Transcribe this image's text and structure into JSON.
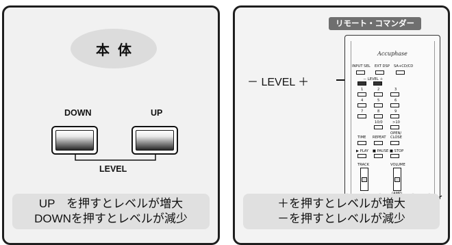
{
  "left_panel": {
    "title": "本体",
    "down_label": "DOWN",
    "up_label": "UP",
    "level_label": "LEVEL",
    "caption_line1": "UP　を押すとレベルが増大",
    "caption_line2": "DOWNを押すとレベルが減少"
  },
  "right_panel": {
    "title": "リモート・コマンダー",
    "level_callout": "－ LEVEL ＋",
    "remote": {
      "brand": "Accuphase",
      "top_buttons": [
        "INPUT SEL",
        "EXT DSP",
        "SA+CD/CD"
      ],
      "level_label": "－ LEVEL ＋",
      "number_keys": [
        "1",
        "2",
        "3",
        "4",
        "5",
        "6",
        "7",
        "8",
        "9",
        "10/0",
        ">10"
      ],
      "transport_top": [
        "TIME",
        "REPEAT",
        "OPEN/ CLOSE"
      ],
      "transport_bottom": [
        "▶ PLAY",
        "■ PAUSE",
        "■ STOP"
      ],
      "track_label": "TRACK",
      "volume_label": "VOLUME",
      "amp_label": "(AMP)"
    },
    "caption_line1": "＋を押すとレベルが増大",
    "caption_line2": "－を押すとレベルが減少"
  }
}
